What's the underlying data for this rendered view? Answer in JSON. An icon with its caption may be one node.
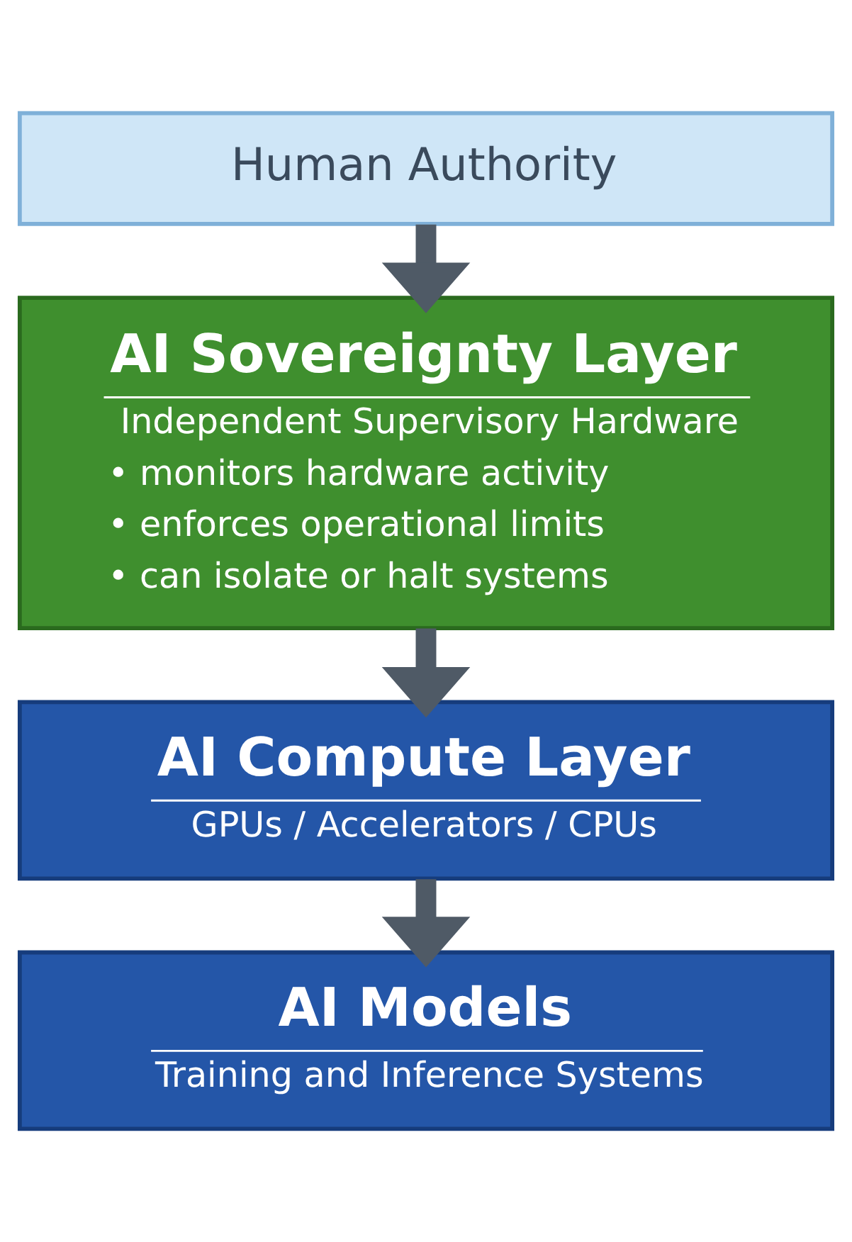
{
  "diagram": {
    "nodes": [
      {
        "text": [
          "Human Authority"
        ]
      },
      {
        "text": [
          "AI Sovereignty Layer",
          "Independent Supervisory Hardware",
          "• monitors hardware activity",
          "• enforces operational limits",
          "• can isolate or halt systems"
        ]
      },
      {
        "text": [
          "AI Compute Layer",
          "GPUs / Accelerators / CPUs"
        ]
      },
      {
        "text": [
          "AI Models",
          "Training and Inference Systems"
        ]
      }
    ],
    "edges": [
      {
        "from": 0,
        "to": 1,
        "arrow": "to"
      },
      {
        "from": 1,
        "to": 2,
        "arrow": "to"
      },
      {
        "from": 2,
        "to": 3,
        "arrow": "to"
      }
    ]
  }
}
